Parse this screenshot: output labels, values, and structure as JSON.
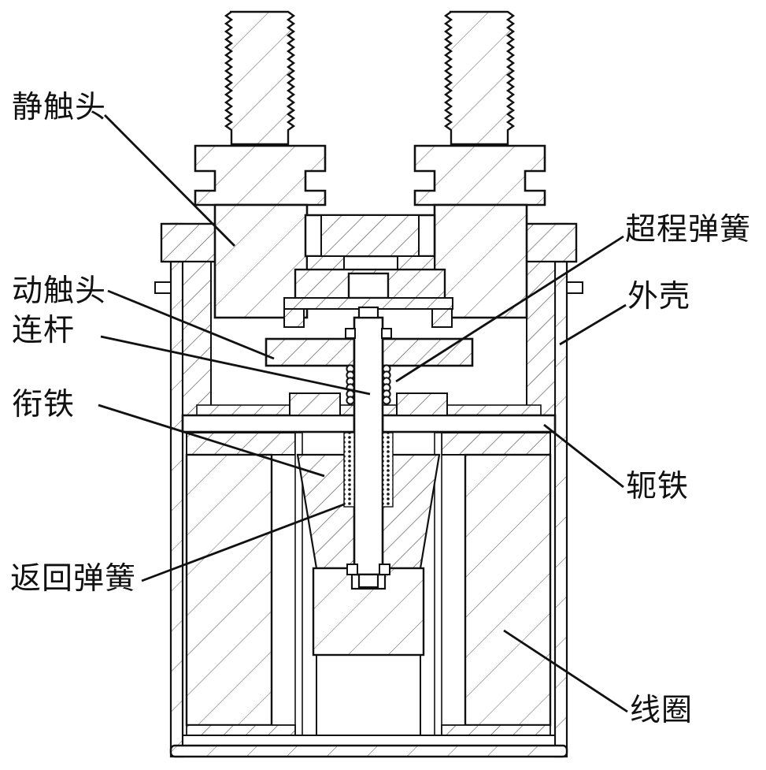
{
  "figure": {
    "type": "patent-cross-section",
    "background": "#ffffff",
    "line_color": "#111111"
  },
  "labels": [
    {
      "id": "static-contact",
      "text": "静触头"
    },
    {
      "id": "moving-contact",
      "text": "动触头"
    },
    {
      "id": "connecting-rod",
      "text": "连杆"
    },
    {
      "id": "armature",
      "text": "衔铁"
    },
    {
      "id": "return-spring",
      "text": "返回弹簧"
    },
    {
      "id": "overtravel-spring",
      "text": "超程弹簧"
    },
    {
      "id": "housing",
      "text": "外壳"
    },
    {
      "id": "yoke",
      "text": "轭铁"
    },
    {
      "id": "coil",
      "text": "线圈"
    }
  ]
}
